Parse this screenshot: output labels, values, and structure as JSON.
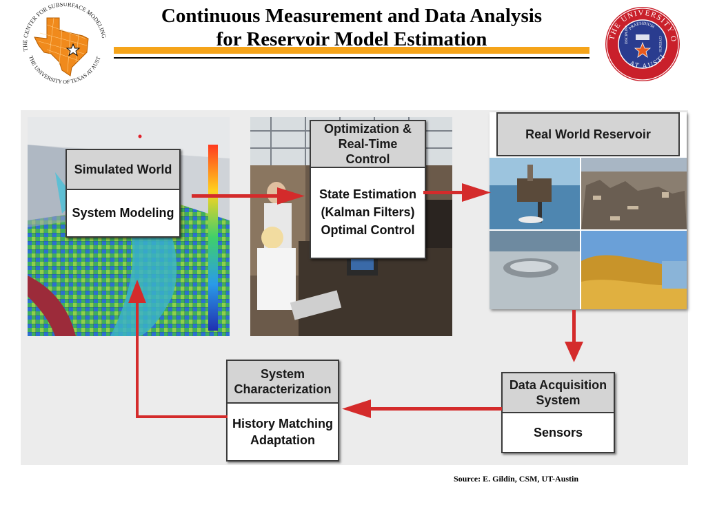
{
  "header": {
    "title_line1": "Continuous Measurement and Data Analysis",
    "title_line2": "for Reservoir Model Estimation"
  },
  "logos": {
    "left_ring_top": "THE CENTER FOR SUBSURFACE MODELING",
    "left_ring_bottom": "THE UNIVERSITY OF TEXAS AT AUSTIN",
    "right_ring_top": "THE UNIVERSITY OF TEXAS",
    "right_ring_bottom": "AT AUSTIN",
    "right_inner_top": "PRAESIDIUM",
    "right_inner_left": "DISCIPLINA",
    "right_inner_right": "CIVITATIS"
  },
  "boxes": {
    "simulated": {
      "header": "Simulated World",
      "body": "System Modeling"
    },
    "optimization": {
      "header": "Optimization & Real-Time Control",
      "body": "State Estimation (Kalman Filters) Optimal Control"
    },
    "real_world": {
      "header": "Real World Reservoir"
    },
    "data_acq": {
      "header": "Data Acquisition System",
      "body": "Sensors"
    },
    "system_char": {
      "header": "System Characterization",
      "body": "History Matching Adaptation"
    }
  },
  "source": "Source: E. Gildin, CSM, UT-Austin",
  "colors": {
    "accent_orange": "#f5a41a",
    "arrow_red": "#d42b2b",
    "seal_red": "#c9202b",
    "seal_blue": "#2a3c8f",
    "texas_orange": "#f08a1c"
  }
}
